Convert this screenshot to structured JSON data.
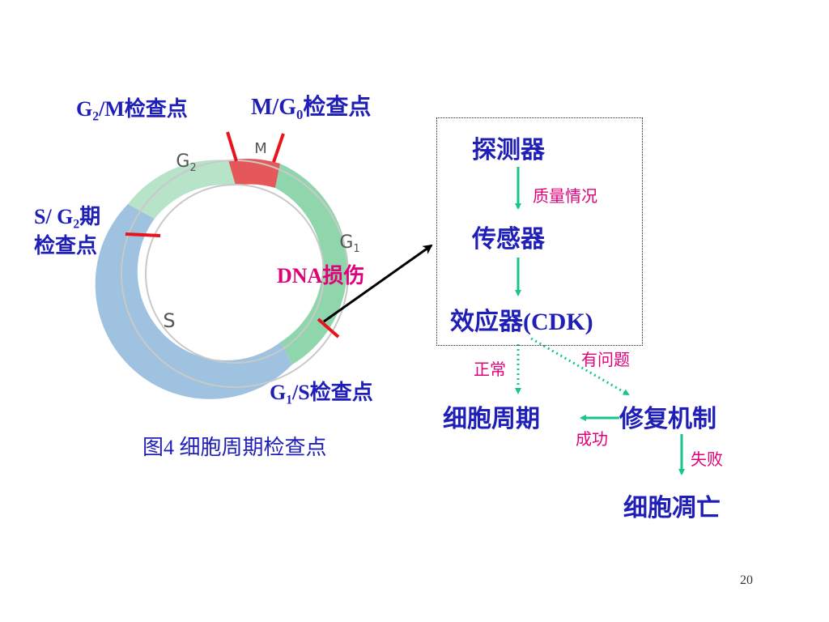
{
  "checkpoints": {
    "g2m": {
      "g": "G",
      "sub": "2",
      "rest": "/M检查点"
    },
    "mg0": {
      "pre": "M/",
      "g": "G",
      "sub": "0",
      "rest": "检查点"
    },
    "sg2": {
      "pre": "S/ G",
      "sub": "2",
      "rest": "期",
      "line2": "检查点"
    },
    "g1s": {
      "g": "G",
      "sub": "1",
      "rest": "/S检查点"
    }
  },
  "ring": {
    "phases": [
      {
        "id": "m",
        "letter": "M",
        "color": "#e5585a"
      },
      {
        "id": "g1",
        "letter": "G",
        "sub": "1",
        "color": "#8fd6ad"
      },
      {
        "id": "s",
        "letter": "S",
        "color": "#9ec2df"
      },
      {
        "id": "g2",
        "letter": "G",
        "sub": "2",
        "color": "#b7e3c9"
      }
    ],
    "checkpoint_color": "#e8141c"
  },
  "dna_damage": "DNA损伤",
  "caption": "图4  细胞周期检查点",
  "pathway": {
    "detector": "探测器",
    "quality": "质量情况",
    "sensor": "传感器",
    "effector": "效应器(CDK)",
    "normal": "正常",
    "problem": "有问题",
    "cell_cycle": "细胞周期",
    "repair": "修复机制",
    "success": "成功",
    "failure": "失败",
    "apoptosis": "细胞凋亡"
  },
  "colors": {
    "label_blue": "#1f1fb8",
    "annotation_pink": "#e0007a",
    "arrow_green": "#16c68a"
  },
  "page_number": "20"
}
